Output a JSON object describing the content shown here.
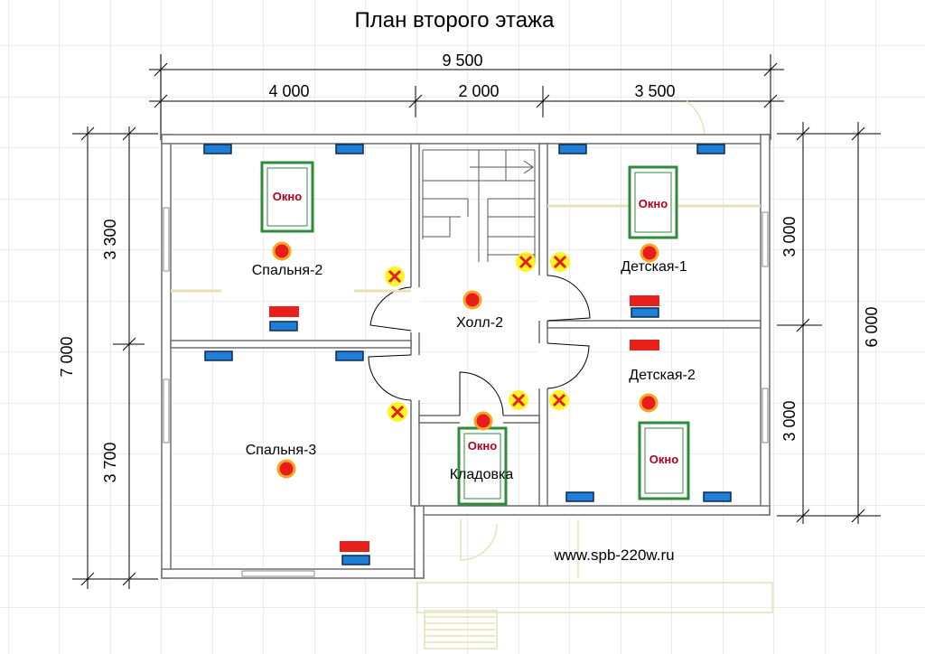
{
  "title": "План второго этажа",
  "dimensions": {
    "total_width": "9 500",
    "width_left": "4 000",
    "width_middle": "2 000",
    "width_right": "3 500",
    "total_height_left": "7 000",
    "height_top_left": "3 300",
    "height_bottom_left": "3 700",
    "total_height_right": "6 000",
    "height_top_right": "3 000",
    "height_bottom_right": "3 000"
  },
  "rooms": {
    "bedroom2": "Спальня-2",
    "bedroom3": "Спальня-3",
    "hall": "Холл-2",
    "storage": "Кладовка",
    "kids1": "Детская-1",
    "kids2": "Детская-2"
  },
  "window_label": "Окно",
  "website": "www.spb-220w.ru",
  "colors": {
    "grid": "#d9d9d9",
    "wall": "#7f7f7f",
    "radiator_blue": "#1f7fd6",
    "heater_red": "#e8201c",
    "lamp_point": "#e81c1c",
    "lamp_ring": "#f5a623",
    "switch_cross": "#e81c1c",
    "switch_glow": "#fff200",
    "window_frame": "#2e8b3a"
  }
}
